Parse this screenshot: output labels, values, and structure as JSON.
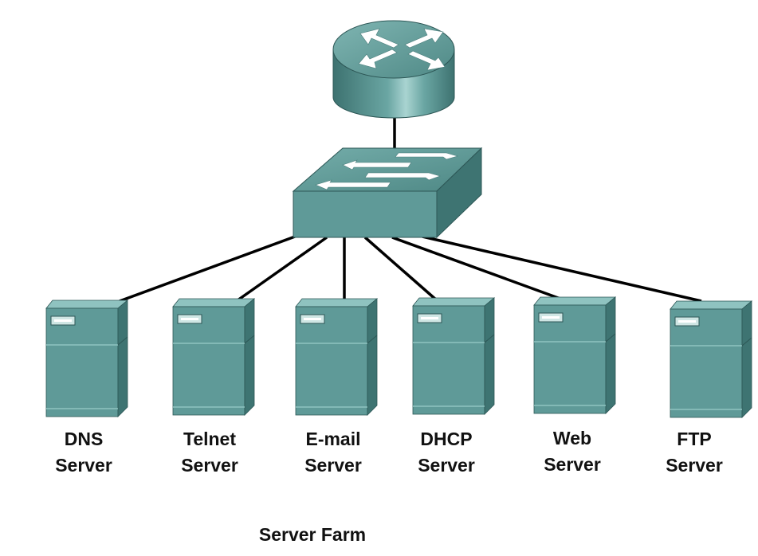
{
  "colors": {
    "device_face": "#5f9a98",
    "device_side": "#3e7472",
    "device_top": "#8fc3c0",
    "link": "#000000",
    "text": "#111111"
  },
  "devices": {
    "router": {
      "icon": "router-icon"
    },
    "switch": {
      "icon": "switch-icon"
    }
  },
  "servers": [
    {
      "line1": "DNS",
      "line2": "Server",
      "icon": "server-icon"
    },
    {
      "line1": "Telnet",
      "line2": "Server",
      "icon": "server-icon"
    },
    {
      "line1": "E-mail",
      "line2": "Server",
      "icon": "server-icon"
    },
    {
      "line1": "DHCP",
      "line2": "Server",
      "icon": "server-icon"
    },
    {
      "line1": "Web",
      "line2": "Server",
      "icon": "server-icon"
    },
    {
      "line1": "FTP",
      "line2": "Server",
      "icon": "server-icon"
    }
  ],
  "caption": "Server Farm"
}
